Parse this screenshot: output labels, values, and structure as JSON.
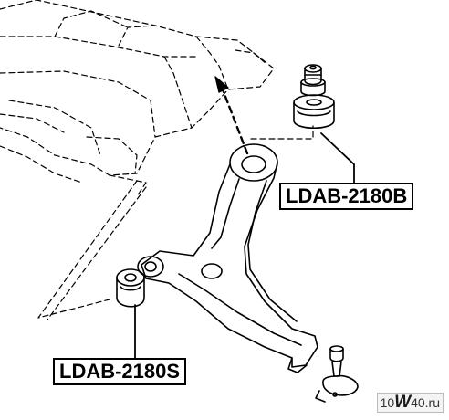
{
  "callouts": {
    "upper": "LDAB-2180B",
    "lower": "LDAB-2180S"
  },
  "watermark": {
    "prefix": "10",
    "big": "W",
    "suffix": "40.ru"
  },
  "colors": {
    "line": "#000000",
    "background": "#ffffff"
  }
}
